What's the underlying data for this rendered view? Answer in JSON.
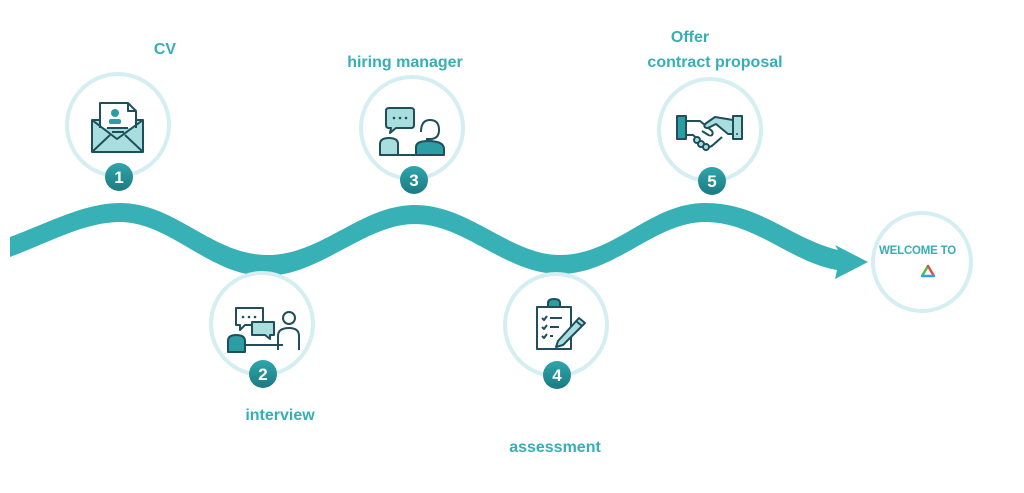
{
  "diagram": {
    "title": "Hiring process timeline",
    "steps": [
      {
        "number": "1",
        "label": "CV",
        "icon": "envelope-cv-icon"
      },
      {
        "number": "2",
        "label": "interview",
        "icon": "interview-chat-icon"
      },
      {
        "number": "3",
        "label": "hiring manager",
        "icon": "manager-meeting-icon"
      },
      {
        "number": "4",
        "label": "assessment",
        "icon": "clipboard-pencil-icon"
      },
      {
        "number": "5",
        "label_line1": "Offer",
        "label_line2": "contract proposal",
        "icon": "handshake-icon"
      }
    ],
    "end": {
      "label": "WELCOME TO",
      "logo": "triangle-logo-icon"
    },
    "colors": {
      "accent": "#36afb4",
      "wave": "#37b1b6",
      "ring": "#d4eef2",
      "badge_light": "#2b9ea4",
      "badge_dark": "#1d7c84",
      "icon_stroke": "#1f4f5a",
      "icon_fill_light": "#a9dedf",
      "icon_fill_dark": "#2a9ea3",
      "logo_green": "#59b947",
      "logo_red": "#e5483f",
      "logo_blue": "#2aa6df"
    }
  }
}
